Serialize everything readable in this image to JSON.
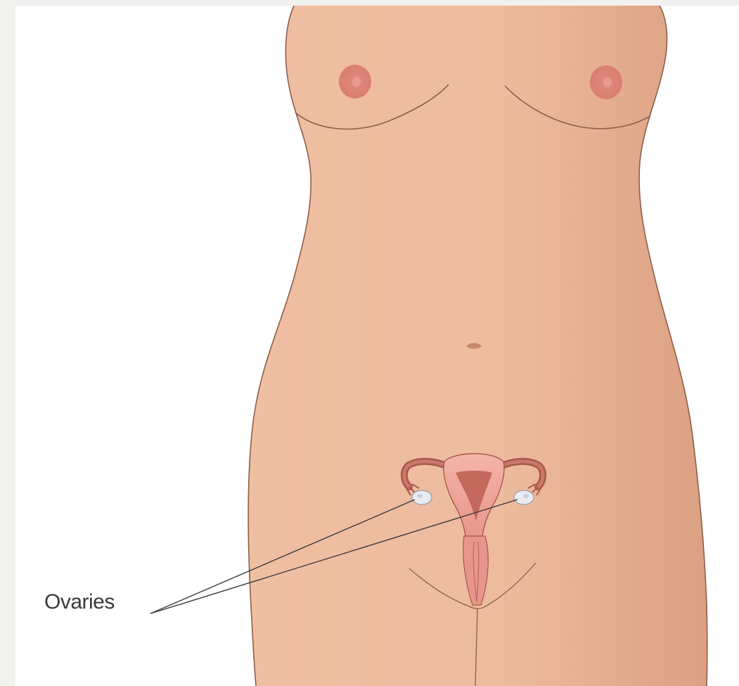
{
  "diagram": {
    "labels": {
      "ovaries": "Ovaries"
    },
    "colors": {
      "skin": "#eebb9f",
      "skin_shadow": "#dfa184",
      "outline": "#8c5f4a",
      "nipple": "#dd8076",
      "uterus": "#f0a89c",
      "uterus_outline": "#a8584c",
      "ovary": "#e9edf2",
      "callout_line": "#3a3a3a"
    },
    "parts": [
      "torso",
      "left-breast",
      "right-breast",
      "navel",
      "uterus",
      "fallopian-tubes",
      "ovaries",
      "vagina"
    ]
  }
}
